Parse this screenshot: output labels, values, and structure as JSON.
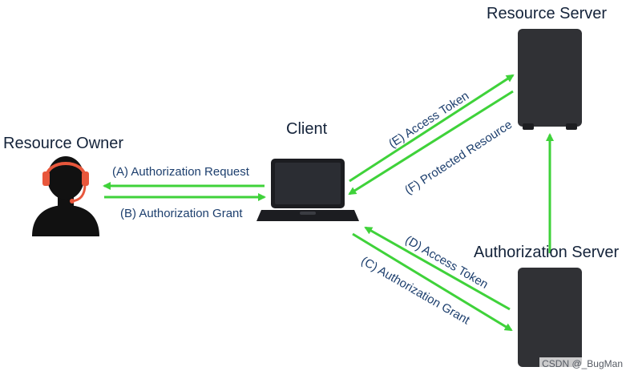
{
  "nodes": {
    "resource_server": {
      "label": "Resource Server"
    },
    "client": {
      "label": "Client"
    },
    "resource_owner": {
      "label": "Resource Owner"
    },
    "authorization_server": {
      "label": "Authorization Server"
    }
  },
  "flows": {
    "a": "(A) Authorization Request",
    "b": "(B) Authorization Grant",
    "c": "(C) Authorization Grant",
    "d": "(D) Access Token",
    "e": "(E) Access Token",
    "f": "(F) Protected Resource"
  },
  "watermark": "CSDN @_BugMan",
  "colors": {
    "arrow": "#3fd23a",
    "server": "#303135",
    "headset": "#e8573c",
    "text": "#14233a",
    "flow_text": "#1d3f6e"
  }
}
